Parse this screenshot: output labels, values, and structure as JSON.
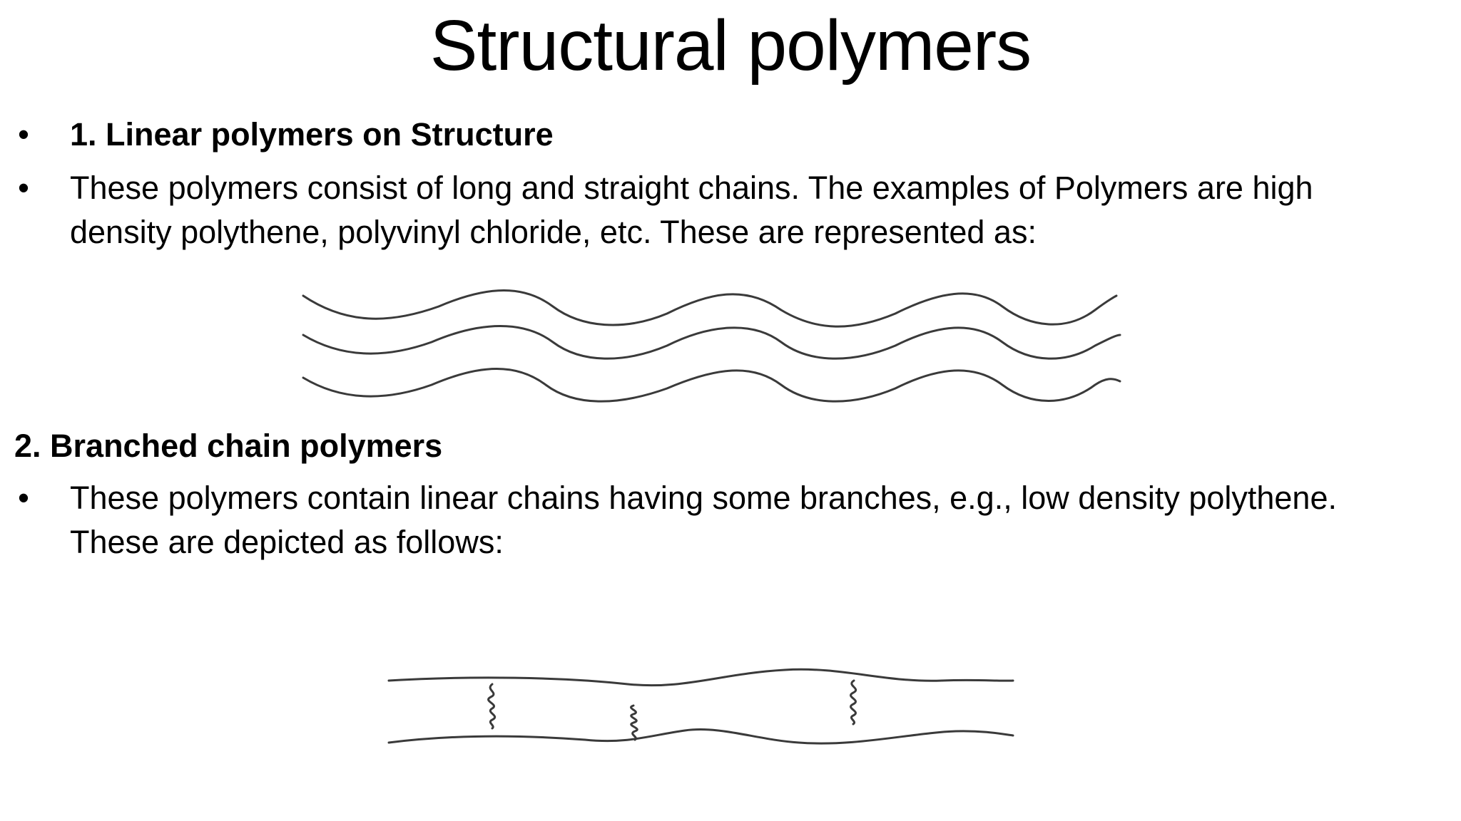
{
  "slide": {
    "title": "Structural polymers",
    "bullet_glyph": "•",
    "section1": {
      "heading": "1. Linear polymers on Structure",
      "body": "These polymers consist of long and straight chains. The examples of Polymers are high density polythene, polyvinyl chloride, etc. These are represented as:"
    },
    "section2": {
      "heading": "2. Branched chain polymers",
      "body": "These polymers contain linear chains having some branches, e.g., low density polythene. These are depicted as follows:"
    }
  },
  "colors": {
    "background": "#ffffff",
    "text": "#000000",
    "line": "#3a3a3a"
  }
}
